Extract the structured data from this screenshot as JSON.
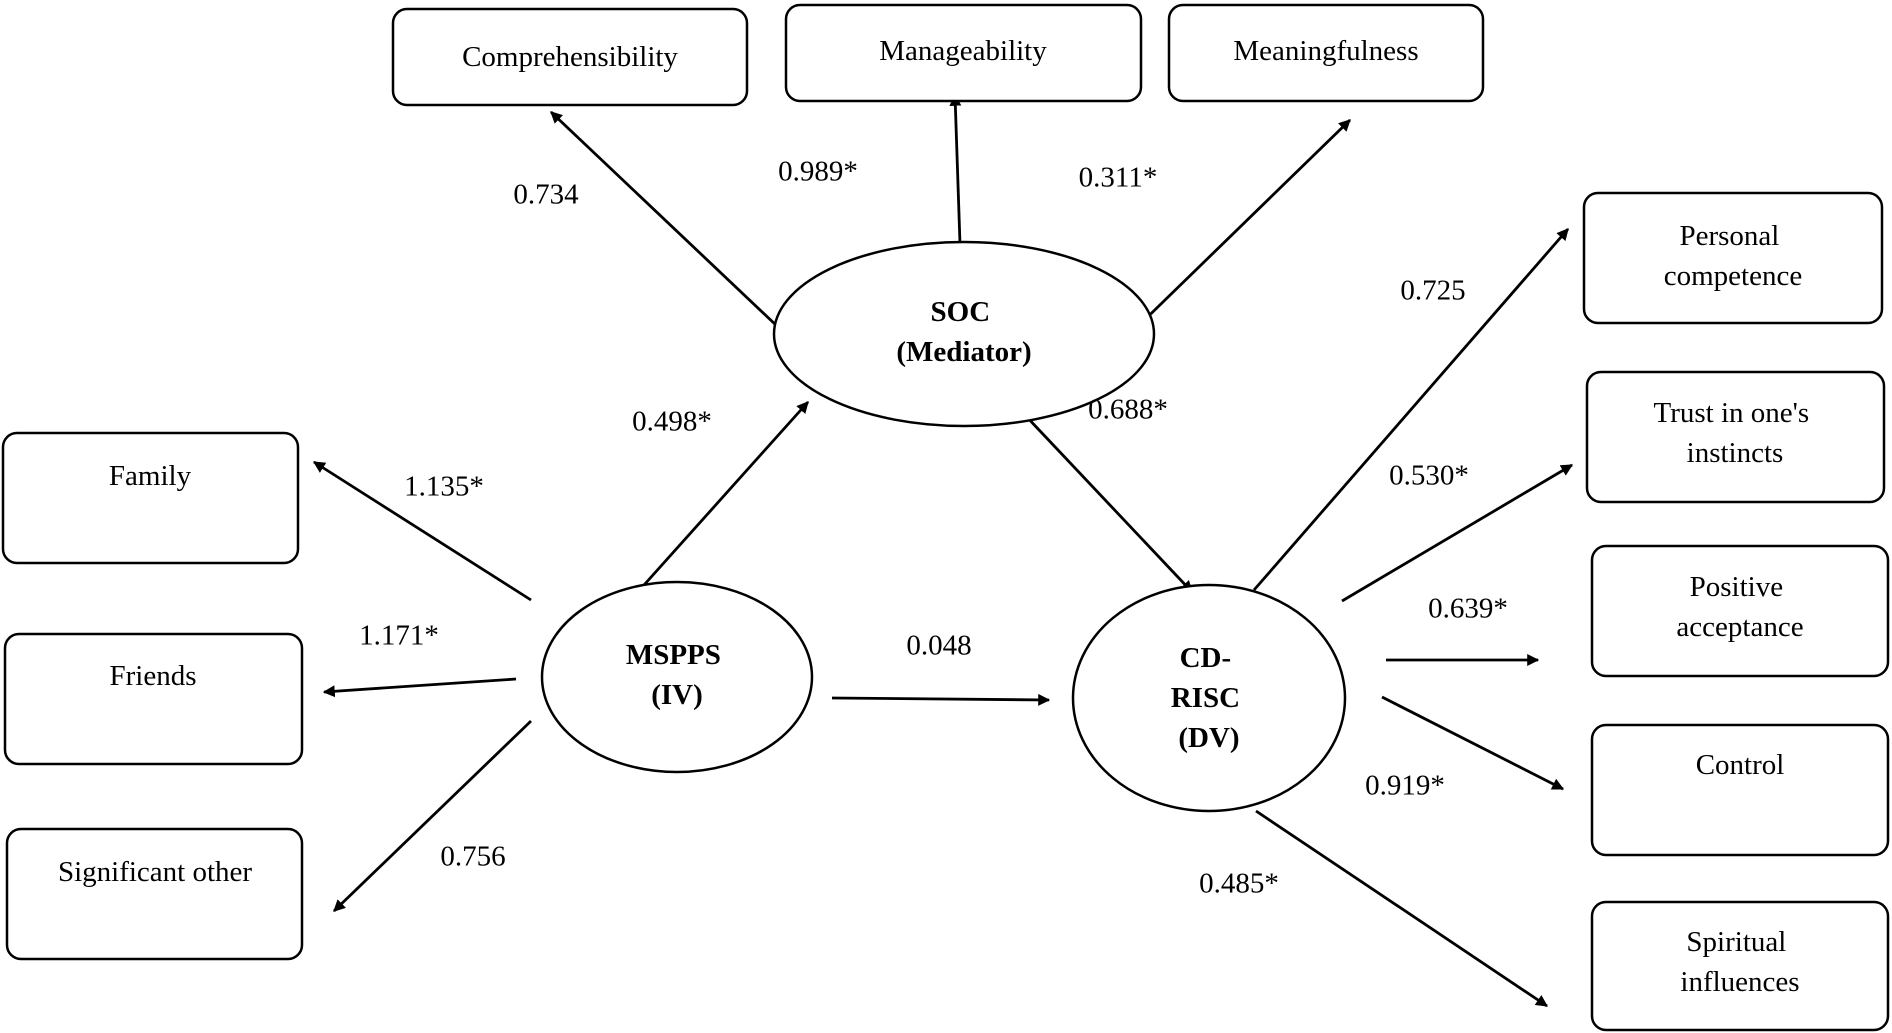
{
  "nodes": {
    "comprehensibility": {
      "lines": [
        "Comprehensibility"
      ]
    },
    "manageability": {
      "lines": [
        "Manageability"
      ]
    },
    "meaningfulness": {
      "lines": [
        "Meaningfulness"
      ]
    },
    "personal_competence": {
      "lines": [
        "Personal",
        "competence"
      ]
    },
    "trust_instincts": {
      "lines": [
        "Trust in one's",
        "instincts"
      ]
    },
    "positive_acceptance": {
      "lines": [
        "Positive",
        "acceptance"
      ]
    },
    "control": {
      "lines": [
        "Control"
      ]
    },
    "spiritual_influences": {
      "lines": [
        "Spiritual",
        "influences"
      ]
    },
    "family": {
      "lines": [
        "Family"
      ]
    },
    "friends": {
      "lines": [
        "Friends"
      ]
    },
    "significant_other": {
      "lines": [
        "Significant other"
      ]
    },
    "soc": {
      "lines": [
        "SOC",
        "(Mediator)"
      ]
    },
    "mspps": {
      "lines": [
        "MSPPS",
        "(IV)"
      ]
    },
    "cdrisc": {
      "lines": [
        "CD-",
        "RISC",
        "(DV)"
      ]
    }
  },
  "edges": {
    "soc_comprehensibility": "0.734",
    "soc_manageability": "0.989*",
    "soc_meaningfulness": "0.311*",
    "mspps_soc": "0.498*",
    "soc_cdrisc": "0.688*",
    "mspps_cdrisc": "0.048",
    "mspps_family": "1.135*",
    "mspps_friends": "1.171*",
    "mspps_significant_other": "0.756",
    "cdrisc_personal_competence": "0.725",
    "cdrisc_trust_instincts": "0.530*",
    "cdrisc_positive_acceptance": "0.639*",
    "cdrisc_control": "0.919*",
    "cdrisc_spiritual_influences": "0.485*"
  }
}
